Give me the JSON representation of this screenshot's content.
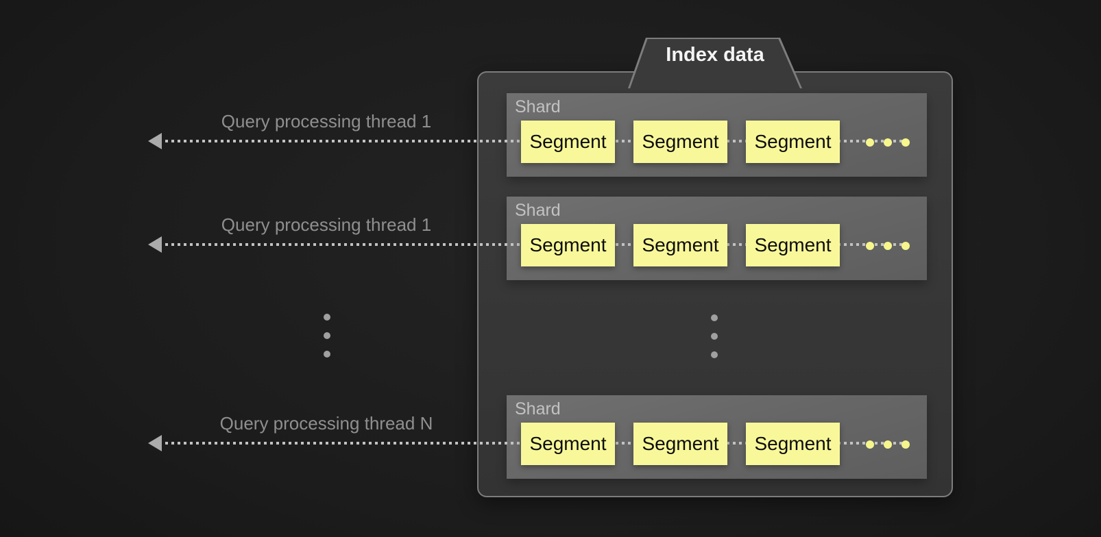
{
  "diagram": {
    "title": "Index data",
    "threads": [
      {
        "label": "Query processing thread 1"
      },
      {
        "label": "Query processing thread 1"
      },
      {
        "label": "Query processing thread N"
      }
    ],
    "shards": [
      {
        "label": "Shard",
        "segments": [
          "Segment",
          "Segment",
          "Segment"
        ]
      },
      {
        "label": "Shard",
        "segments": [
          "Segment",
          "Segment",
          "Segment"
        ]
      },
      {
        "label": "Shard",
        "segments": [
          "Segment",
          "Segment",
          "Segment"
        ]
      }
    ],
    "colors": {
      "background": "#1b1b1b",
      "container_fill": "#383838",
      "container_border": "#7d7d7d",
      "shard_fill": "#696969",
      "segment_fill": "#f8f89a",
      "segment_text": "#0d0d0d",
      "dotted_line": "#c2c2c2",
      "arrowhead": "#ababab",
      "thread_label": "#8f8f8f",
      "shard_label": "#c2c2c2",
      "title_text": "#f5f5f5",
      "yellow_dot": "#f6f68d",
      "gray_dot": "#a0a0a0"
    }
  }
}
